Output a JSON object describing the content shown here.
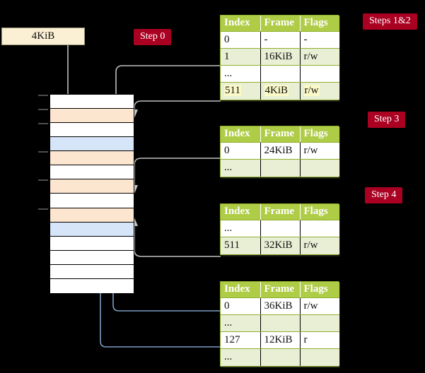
{
  "diagram": {
    "title_hidden": "",
    "page_box": {
      "label": "4KiB"
    },
    "badges": [
      {
        "name": "step-0",
        "label": "Step 0"
      },
      {
        "name": "steps-1-2",
        "label": "Steps 1&2"
      },
      {
        "name": "step-3",
        "label": "Step 3"
      },
      {
        "name": "step-4",
        "label": "Step 4"
      }
    ],
    "columns": [
      "Index",
      "Frame",
      "Flags"
    ],
    "tables": [
      {
        "name": "page-table-level-4",
        "rows": [
          {
            "index": "0",
            "frame": "-",
            "flags": "-",
            "shade": "white",
            "highlight": false
          },
          {
            "index": "1",
            "frame": "16KiB",
            "flags": "r/w",
            "shade": "alt",
            "highlight": false
          },
          {
            "index": "...",
            "frame": "",
            "flags": "",
            "shade": "white",
            "highlight": false
          },
          {
            "index": "511",
            "frame": "4KiB",
            "flags": "r/w",
            "shade": "alt",
            "highlight": true
          }
        ]
      },
      {
        "name": "page-table-level-3",
        "rows": [
          {
            "index": "0",
            "frame": "24KiB",
            "flags": "r/w",
            "shade": "white",
            "highlight": false
          },
          {
            "index": "...",
            "frame": "",
            "flags": "",
            "shade": "alt",
            "highlight": false
          }
        ]
      },
      {
        "name": "page-table-level-2",
        "rows": [
          {
            "index": "...",
            "frame": "",
            "flags": "",
            "shade": "white",
            "highlight": false
          },
          {
            "index": "511",
            "frame": "32KiB",
            "flags": "r/w",
            "shade": "alt",
            "highlight": false
          }
        ]
      },
      {
        "name": "page-table-level-1",
        "rows": [
          {
            "index": "0",
            "frame": "36KiB",
            "flags": "r/w",
            "shade": "white",
            "highlight": false
          },
          {
            "index": "...",
            "frame": "",
            "flags": "",
            "shade": "alt",
            "highlight": false
          },
          {
            "index": "127",
            "frame": "12KiB",
            "flags": "r",
            "shade": "white",
            "highlight": false
          },
          {
            "index": "...",
            "frame": "",
            "flags": "",
            "shade": "alt",
            "highlight": false
          }
        ]
      }
    ],
    "memory_column": {
      "name": "physical-memory-column",
      "rows": [
        {
          "fill": "white"
        },
        {
          "fill": "peach"
        },
        {
          "fill": "white"
        },
        {
          "fill": "blue"
        },
        {
          "fill": "peach"
        },
        {
          "fill": "white"
        },
        {
          "fill": "peach"
        },
        {
          "fill": "white"
        },
        {
          "fill": "peach"
        },
        {
          "fill": "blue"
        },
        {
          "fill": "white"
        },
        {
          "fill": "white"
        },
        {
          "fill": "white"
        },
        {
          "fill": "white"
        }
      ]
    },
    "colors": {
      "background": "#000000",
      "badge": "#AA0022",
      "table_header": "#AFCC46",
      "table_alt_row": "#E9EFD5",
      "highlight": "#FAFAC8",
      "page_box": "#FBEFD4",
      "memory_peach": "#FDE6D0",
      "memory_blue": "#D6E5F7",
      "wire_gray": "#BFBFBF",
      "wire_blue": "#7D9DC4"
    }
  }
}
